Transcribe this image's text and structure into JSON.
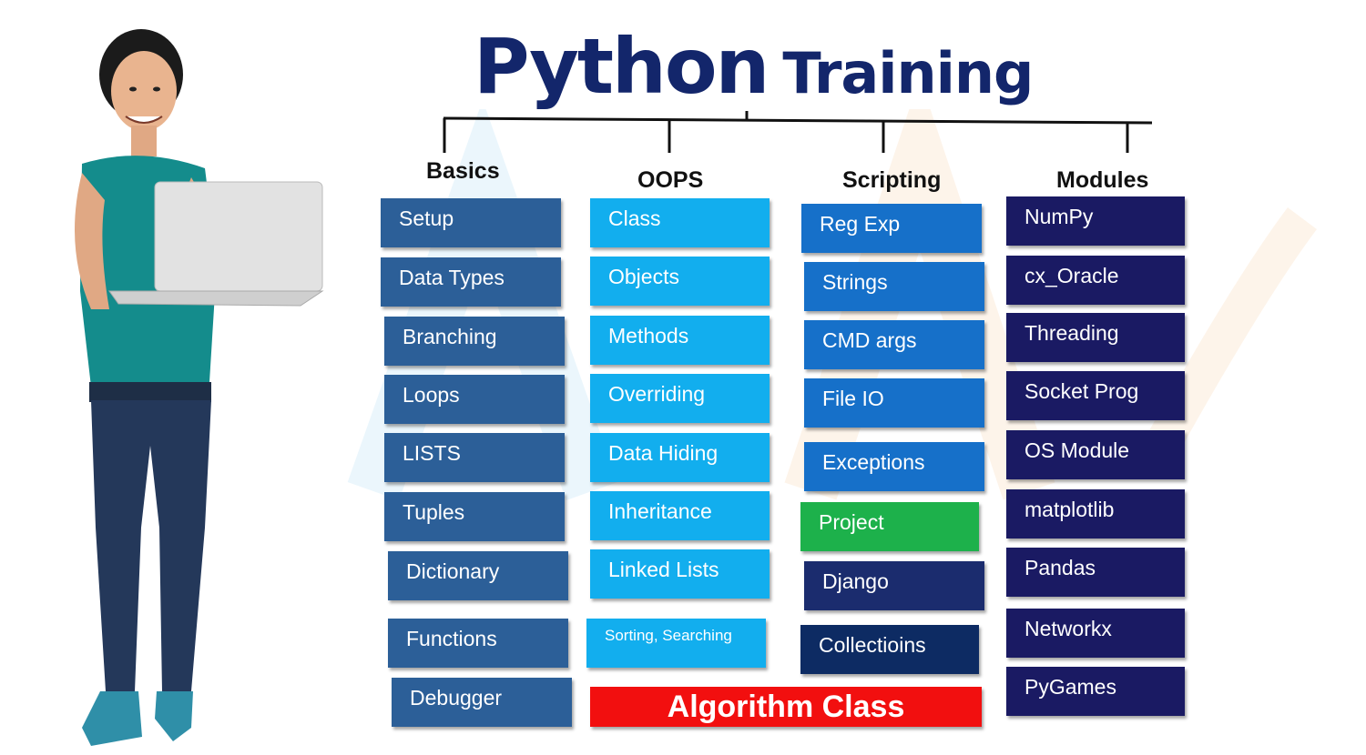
{
  "title": {
    "main": "Python",
    "sub": "Training"
  },
  "columns": {
    "basics": {
      "heading": "Basics",
      "items": [
        "Setup",
        "Data Types",
        "Branching",
        "Loops",
        "LISTS",
        "Tuples",
        "Dictionary",
        "Functions",
        "Debugger"
      ]
    },
    "oops": {
      "heading": "OOPS",
      "items": [
        "Class",
        "Objects",
        "Methods",
        "Overriding",
        "Data Hiding",
        "Inheritance",
        "Linked Lists",
        "Sorting, Searching"
      ]
    },
    "scripting": {
      "heading": "Scripting",
      "items": [
        "Reg Exp",
        "Strings",
        "CMD args",
        "File IO",
        "Exceptions",
        "Project",
        "Django",
        "Collectioins"
      ]
    },
    "modules": {
      "heading": "Modules",
      "items": [
        "NumPy",
        "cx_Oracle",
        "Threading",
        "Socket Prog",
        "OS Module",
        "matplotlib",
        "Pandas",
        "Networkx",
        "PyGames"
      ]
    }
  },
  "banner": {
    "label": "Algorithm Class"
  },
  "colors": {
    "title": "#13266b",
    "basics": "#2c5f98",
    "oops": "#12aeee",
    "scripting": "#1670c9",
    "project": "#1db14b",
    "modules": "#1a1a63",
    "banner": "#f20f0f"
  },
  "illustration": "woman-with-laptop"
}
